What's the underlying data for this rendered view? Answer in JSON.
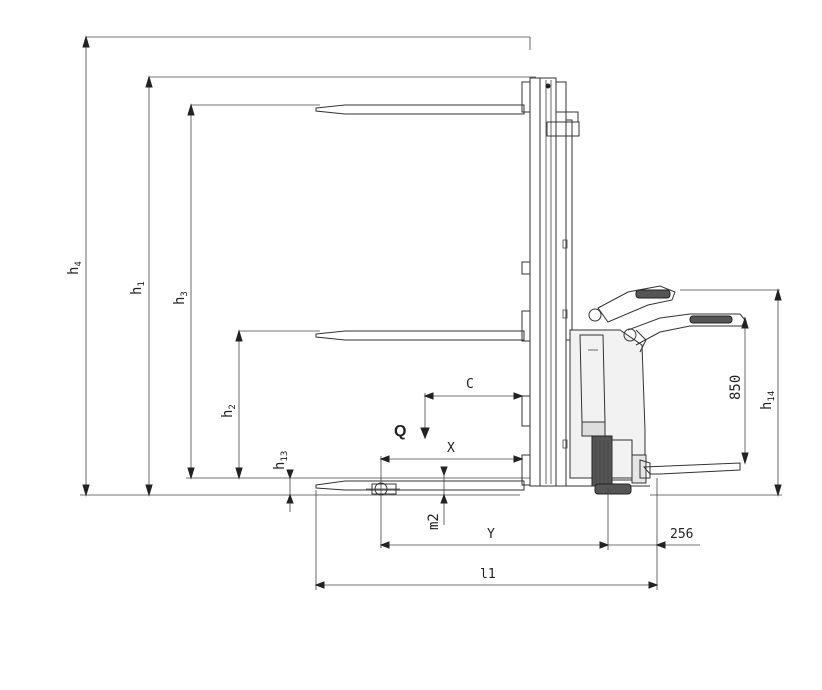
{
  "labels": {
    "h4": "h",
    "h4_sub": "4",
    "h1": "h",
    "h1_sub": "1",
    "h3": "h",
    "h3_sub": "3",
    "h2": "h",
    "h2_sub": "2",
    "h13": "h",
    "h13_sub": "13",
    "h14": "h",
    "h14_sub": "14",
    "c": "C",
    "x": "X",
    "q": "Q",
    "m2": "m2",
    "y": "Y",
    "l1": "l1",
    "d850": "850",
    "d256": "256"
  }
}
